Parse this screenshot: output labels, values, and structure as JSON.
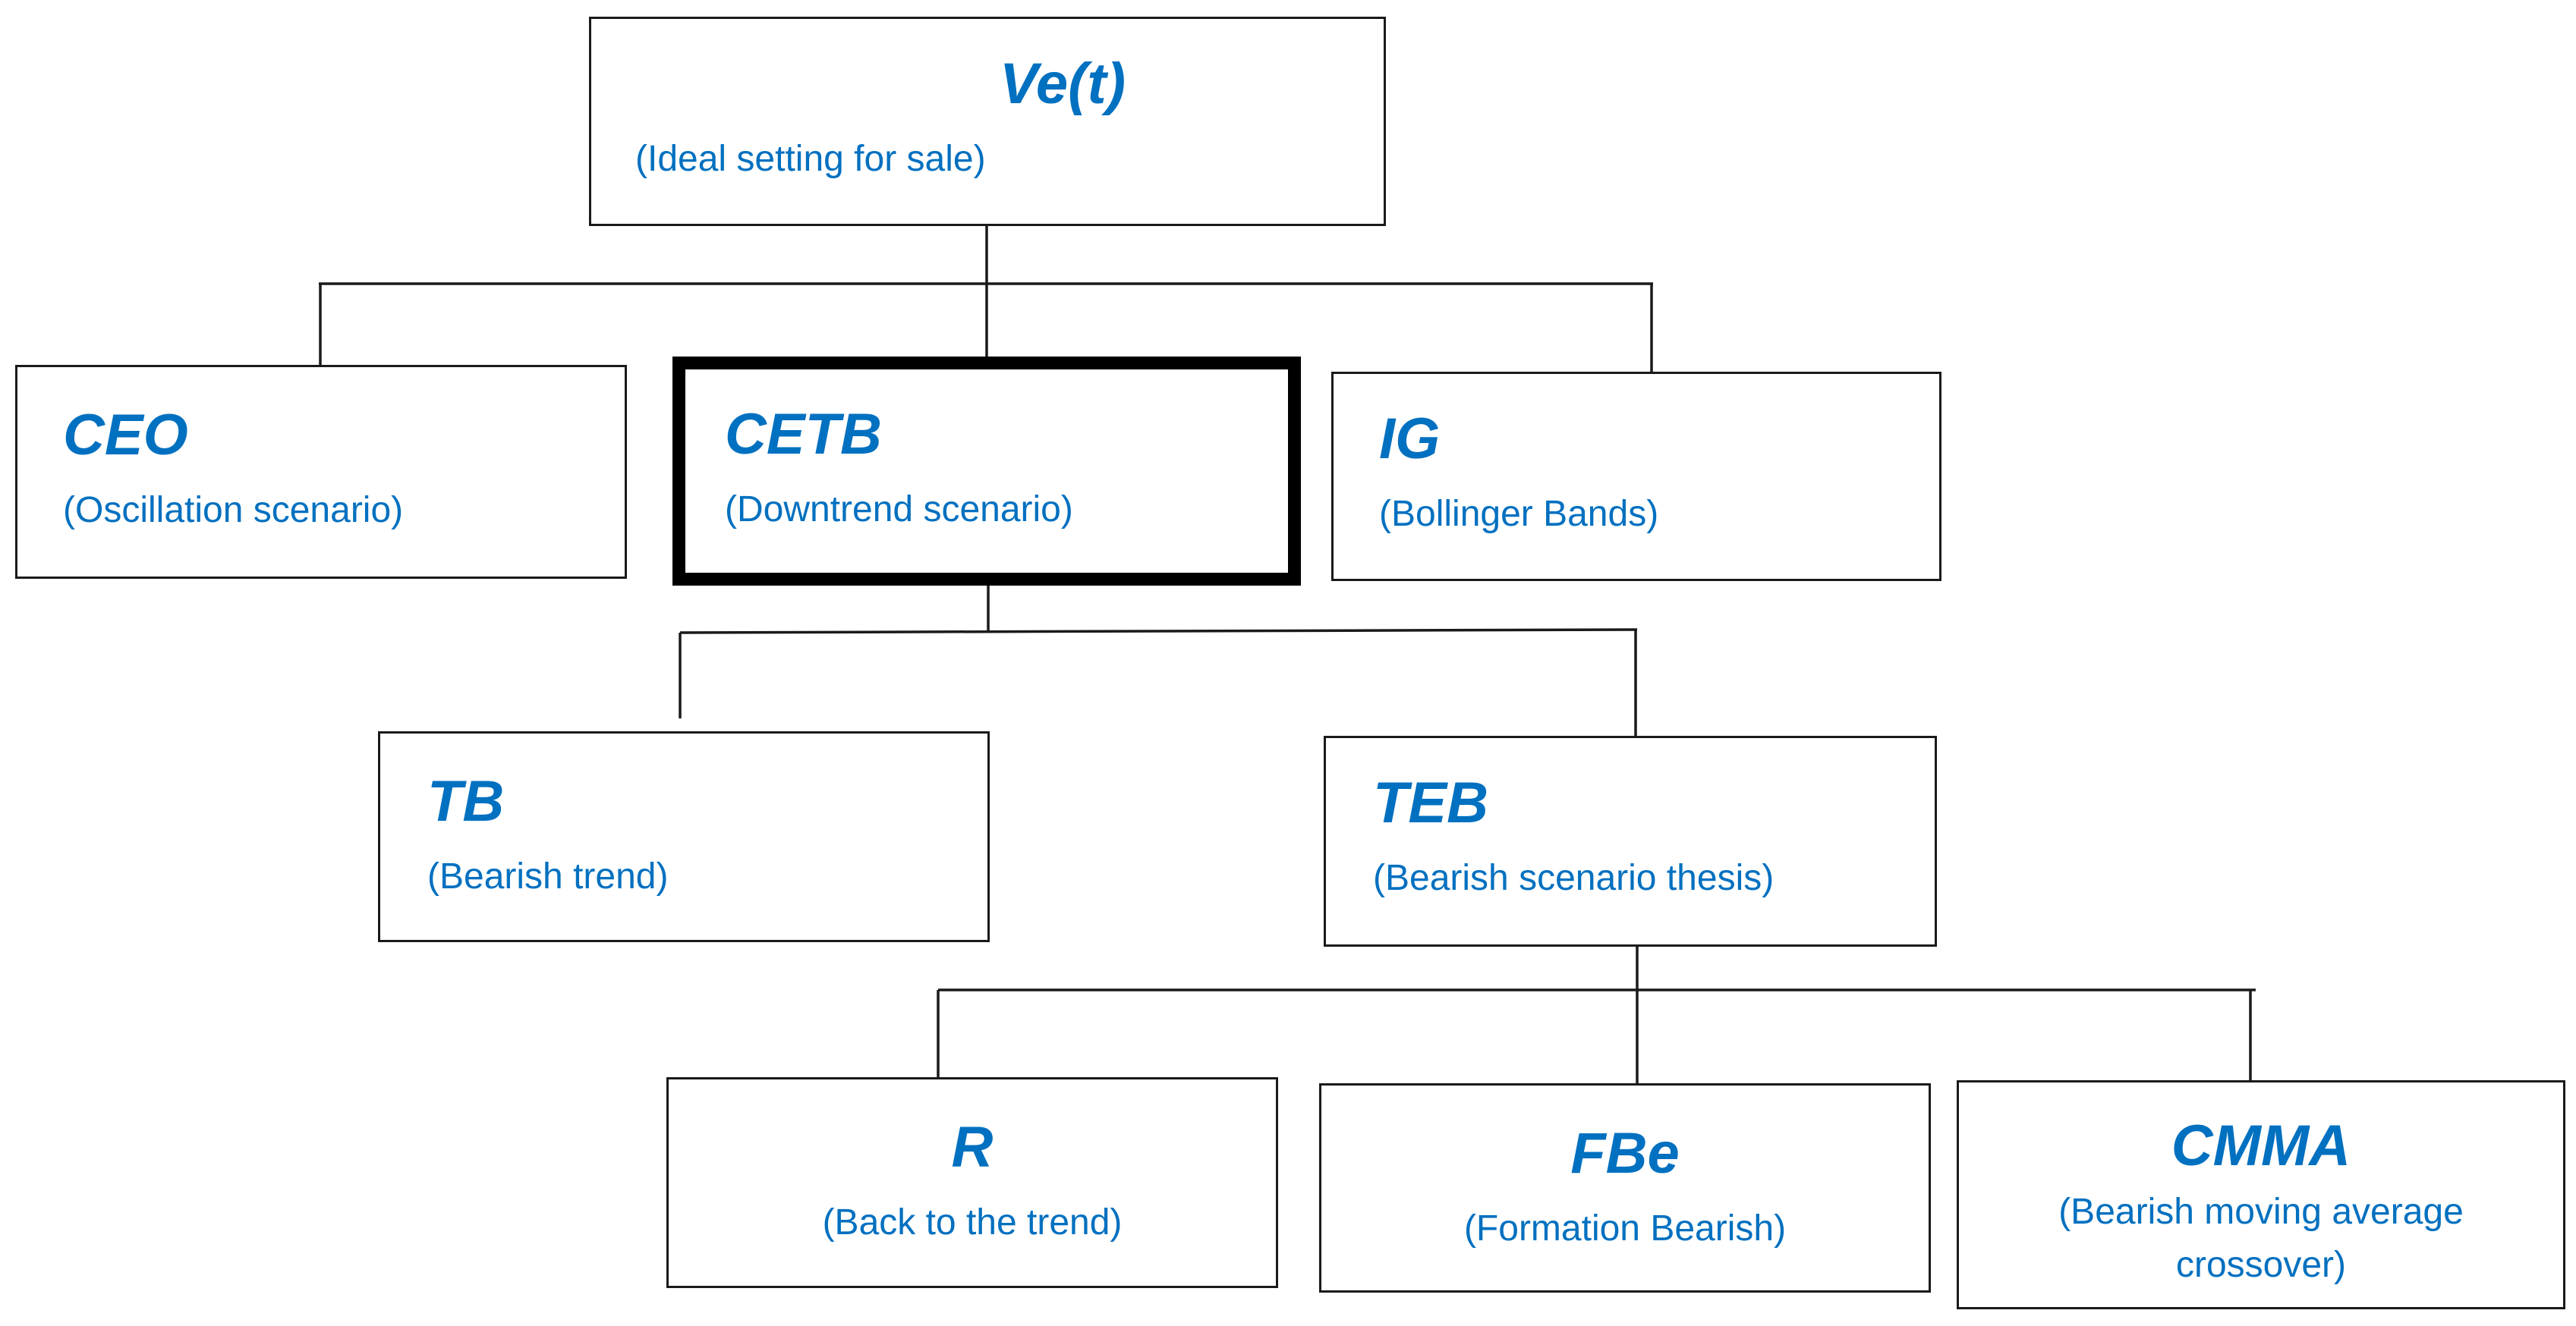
{
  "diagram": {
    "root": {
      "title": "Ve(t)",
      "subtitle": "(Ideal setting for sale)"
    },
    "level1": [
      {
        "title": "CEO",
        "subtitle": "(Oscillation scenario)"
      },
      {
        "title": "CETB",
        "subtitle": "(Downtrend scenario)",
        "highlighted": true
      },
      {
        "title": "IG",
        "subtitle": "(Bollinger Bands)"
      }
    ],
    "level2": [
      {
        "title": "TB",
        "subtitle": "(Bearish trend)"
      },
      {
        "title": "TEB",
        "subtitle": "(Bearish scenario thesis)"
      }
    ],
    "level3": [
      {
        "title": "R",
        "subtitle": "(Back to the trend)"
      },
      {
        "title": "FBe",
        "subtitle": "(Formation Bearish)"
      },
      {
        "title": "CMMA",
        "subtitle": "(Bearish moving average crossover)"
      }
    ]
  },
  "colors": {
    "text": "#0070c0",
    "border": "#1a1a1a",
    "connector": "#1a1a1a",
    "background": "#ffffff"
  }
}
